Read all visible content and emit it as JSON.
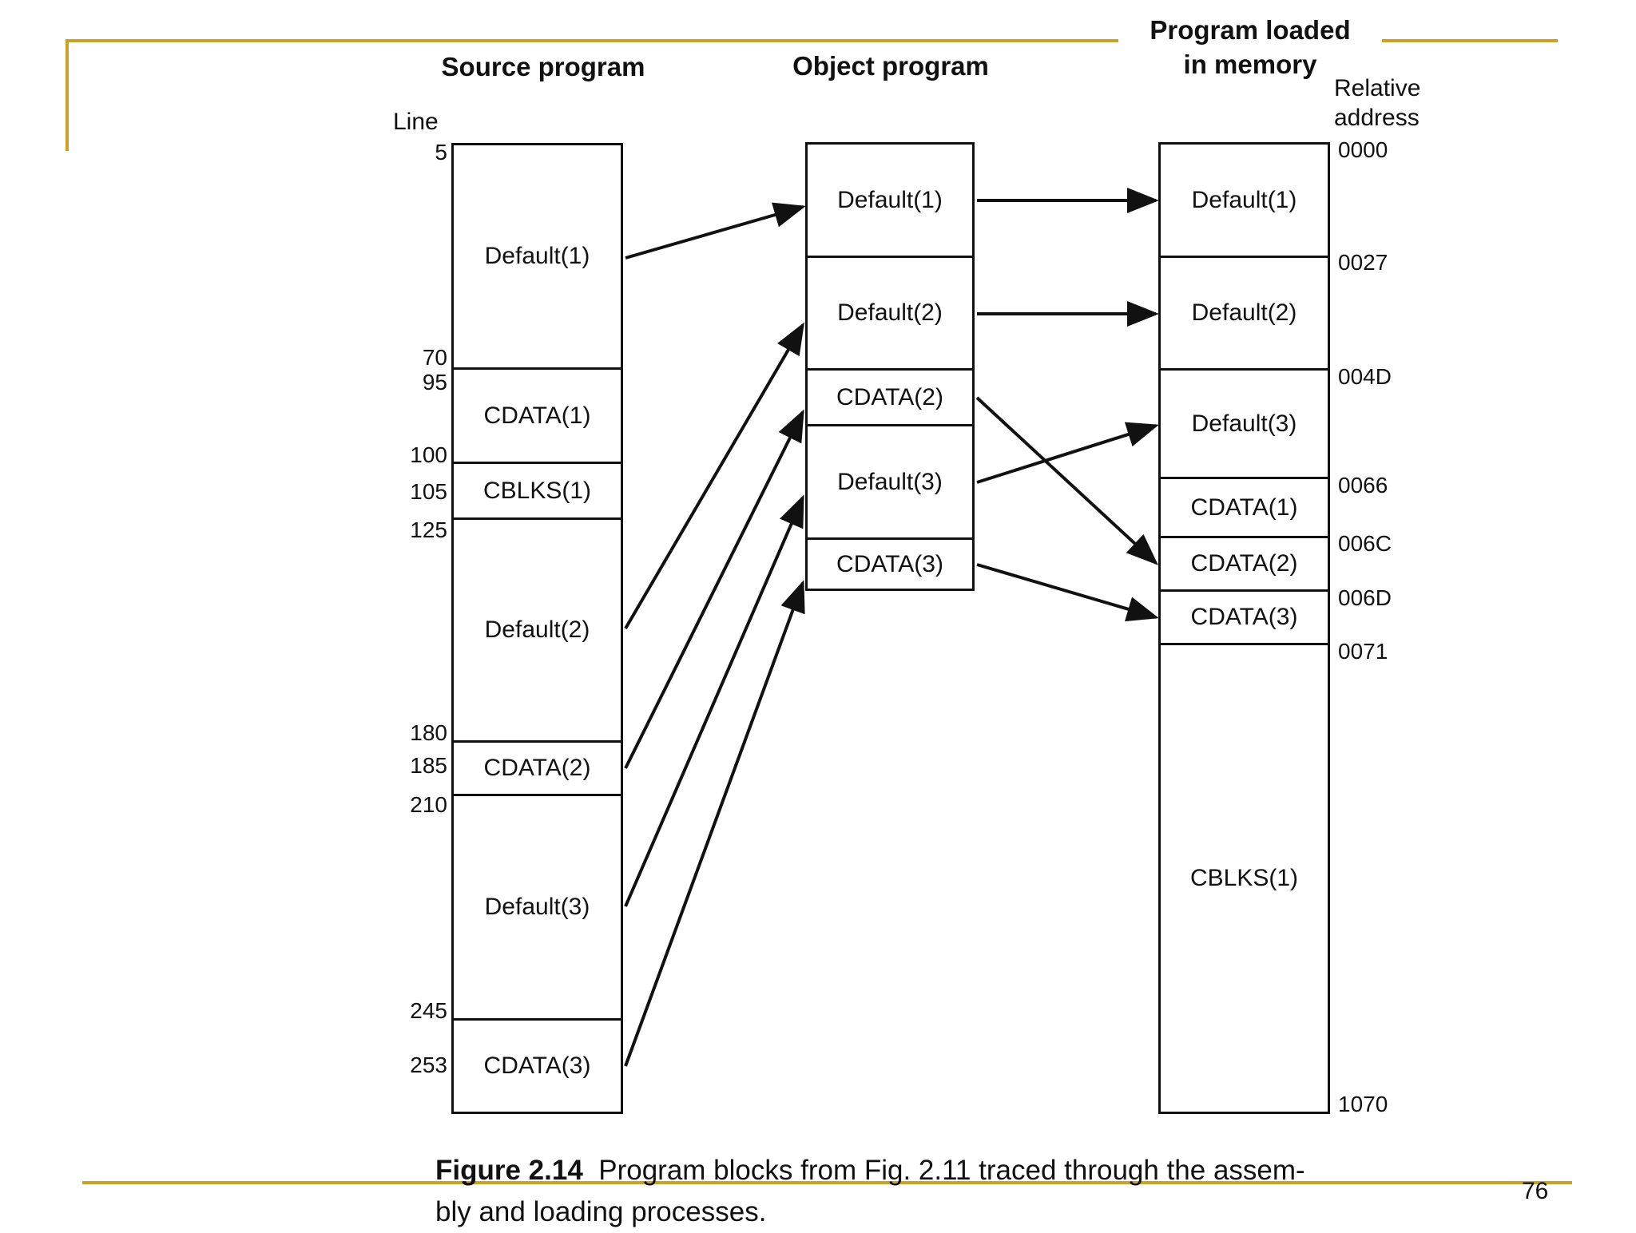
{
  "headers": {
    "source": "Source program",
    "object": "Object program",
    "memory_line1": "Program loaded",
    "memory_line2": "in memory",
    "line_label": "Line",
    "relative_line1": "Relative",
    "relative_line2": "address"
  },
  "source_blocks": [
    {
      "label": "Default(1)"
    },
    {
      "label": "CDATA(1)"
    },
    {
      "label": "CBLKS(1)"
    },
    {
      "label": "Default(2)"
    },
    {
      "label": "CDATA(2)"
    },
    {
      "label": "Default(3)"
    },
    {
      "label": "CDATA(3)"
    }
  ],
  "line_numbers": [
    "5",
    "70",
    "95",
    "100",
    "105",
    "125",
    "180",
    "185",
    "210",
    "245",
    "253"
  ],
  "object_blocks": [
    {
      "label": "Default(1)"
    },
    {
      "label": "Default(2)"
    },
    {
      "label": "CDATA(2)"
    },
    {
      "label": "Default(3)"
    },
    {
      "label": "CDATA(3)"
    }
  ],
  "memory_blocks": [
    {
      "label": "Default(1)"
    },
    {
      "label": "Default(2)"
    },
    {
      "label": "Default(3)"
    },
    {
      "label": "CDATA(1)"
    },
    {
      "label": "CDATA(2)"
    },
    {
      "label": "CDATA(3)"
    },
    {
      "label": "CBLKS(1)"
    }
  ],
  "addresses": [
    "0000",
    "0027",
    "004D",
    "0066",
    "006C",
    "006D",
    "0071",
    "1070"
  ],
  "caption": {
    "figure": "Figure 2.14",
    "text_line1": "Program blocks from Fig. 2.11 traced through the assem-",
    "text_line2": "bly and loading processes."
  },
  "page_number": "76",
  "colors": {
    "accent": "#C9A227",
    "ink": "#111111"
  }
}
